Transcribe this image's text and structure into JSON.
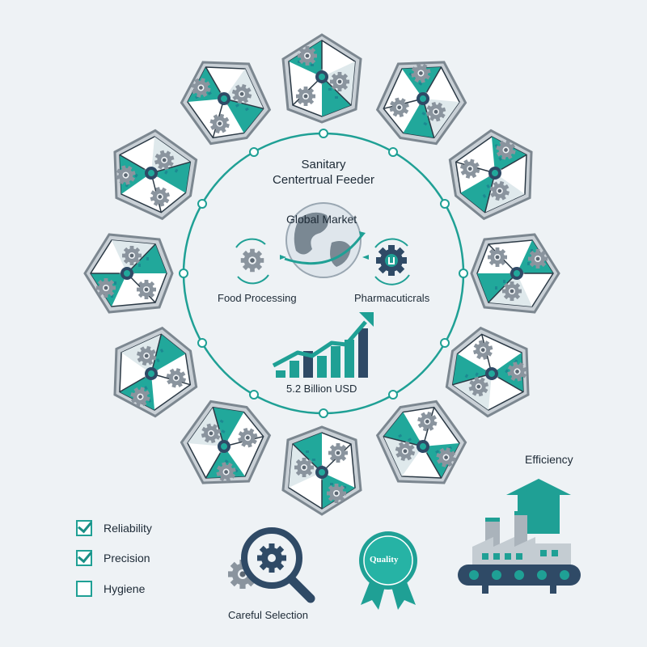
{
  "center": {
    "title_line1": "Sanitary",
    "title_line2": "Centertrual Feeder",
    "globe_label": "Global Market",
    "left_label": "Food Processing",
    "right_label": "Pharmacuticrals",
    "value_label": "5.2 Billion USD"
  },
  "checklist": [
    {
      "label": "Reliability",
      "checked": true
    },
    {
      "label": "Precision",
      "checked": true
    },
    {
      "label": "Hygiene",
      "checked": false
    }
  ],
  "bottom": {
    "selection_label": "Careful Selection",
    "badge_text": "Quality",
    "efficiency_label": "Efficiency"
  },
  "colors": {
    "teal": "#1fa095",
    "navy": "#2f4a66",
    "gear_gray": "#8a949e",
    "background": "#eef2f5"
  },
  "feeder_tiles_count": 12
}
